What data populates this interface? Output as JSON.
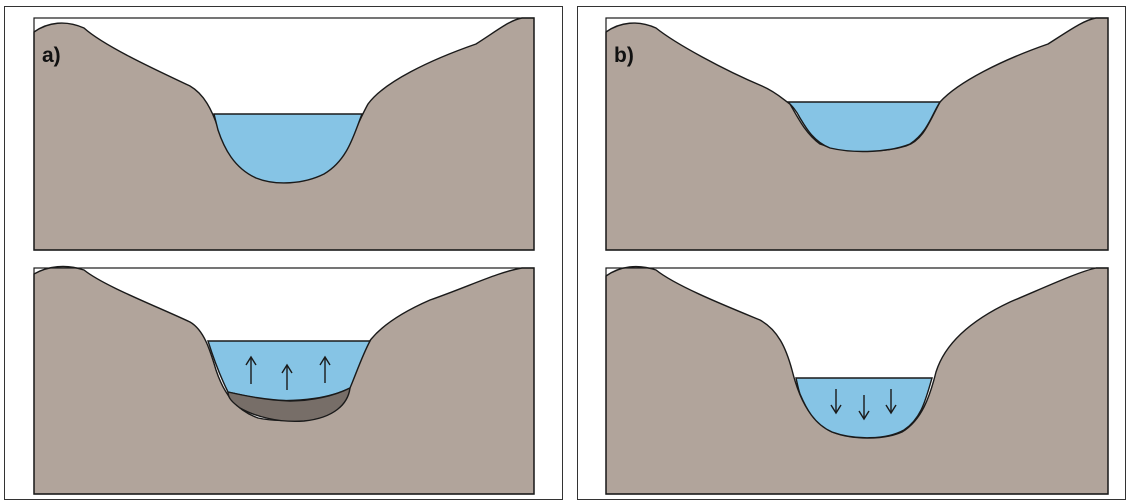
{
  "panels": [
    {
      "label": "a)"
    },
    {
      "label": "b)"
    }
  ],
  "colors": {
    "terrain": "#b1a49b",
    "water": "#86c4e5",
    "sediment": "#776e68",
    "outline": "#1a1a1a",
    "frame": "#333333"
  },
  "arrows": {
    "panel_a_bottom": "up",
    "panel_b_bottom": "down"
  }
}
